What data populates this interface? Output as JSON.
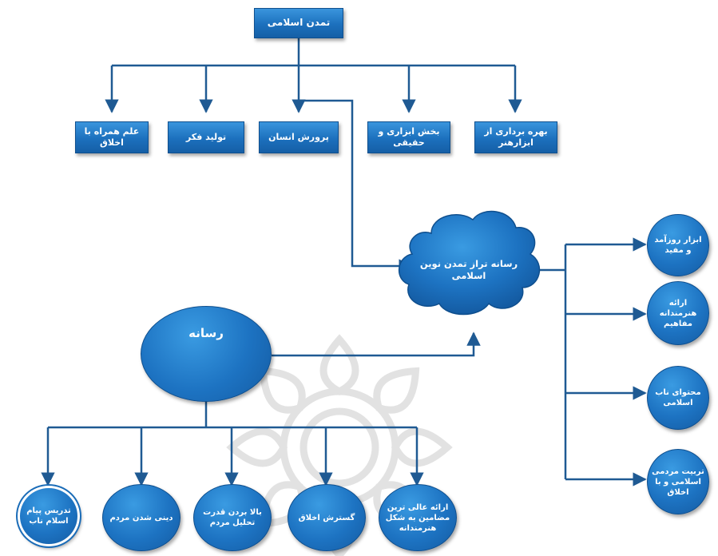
{
  "top": {
    "root": "تمدن اسلامی"
  },
  "branches": [
    "علم همراه با اخلاق",
    "تولید فکر",
    "پرورش انسان",
    "بخش ابزاری و حقیقی",
    "بهره برداری از ابزارهنر"
  ],
  "center": {
    "cloud": "رسانه تراز تمدن نوین اسلامی"
  },
  "right_items": [
    "ابزار روزآمد و مفید",
    "ارائه هنرمندانه مفاهیم",
    "محتوای ناب اسلامی",
    "تربیت مردمی اسلامی و با اخلاق"
  ],
  "media": {
    "label": "رسانه",
    "children": [
      "تدریس پیام اسلام ناب",
      "دینی شدن مردم",
      "بالا بردن قدرت تحلیل مردم",
      "گسترش اخلاق",
      "ارائه عالی ترین مضامین به شکل هنرمندانه"
    ]
  },
  "colors": {
    "node_fill": "#1c70bd",
    "line": "#1f5a93",
    "text": "#ffffff"
  }
}
